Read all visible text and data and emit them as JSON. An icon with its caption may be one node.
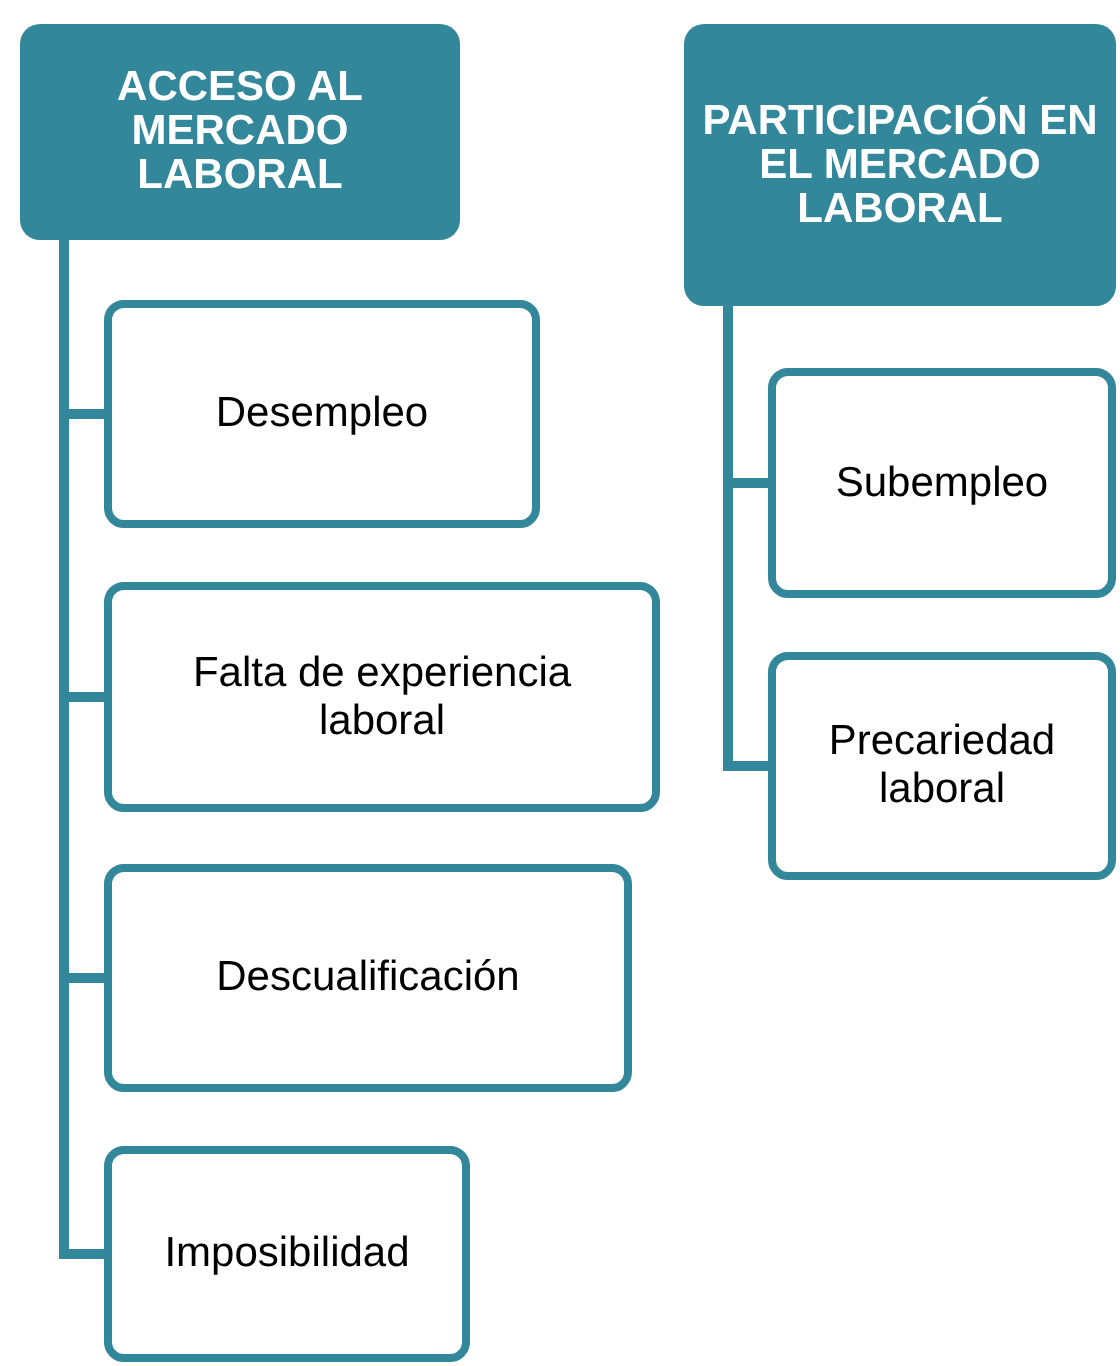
{
  "diagram": {
    "nodes": [
      {
        "text": [
          "ACCESO AL MERCADO LABORAL"
        ]
      },
      {
        "text": [
          "Desempleo"
        ]
      },
      {
        "text": [
          "Falta de experiencia laboral"
        ]
      },
      {
        "text": [
          "Descualificación"
        ]
      },
      {
        "text": [
          "Imposibilidad"
        ]
      },
      {
        "text": [
          "PARTICIPACIÓN EN EL MERCADO LABORAL"
        ]
      },
      {
        "text": [
          "Subempleo"
        ]
      },
      {
        "text": [
          "Precariedad laboral"
        ]
      }
    ],
    "edges": [
      {
        "from": 0,
        "to": 1,
        "arrow": "none"
      },
      {
        "from": 0,
        "to": 2,
        "arrow": "none"
      },
      {
        "from": 0,
        "to": 3,
        "arrow": "none"
      },
      {
        "from": 0,
        "to": 4,
        "arrow": "none"
      },
      {
        "from": 5,
        "to": 6,
        "arrow": "none"
      },
      {
        "from": 5,
        "to": 7,
        "arrow": "none"
      }
    ]
  }
}
